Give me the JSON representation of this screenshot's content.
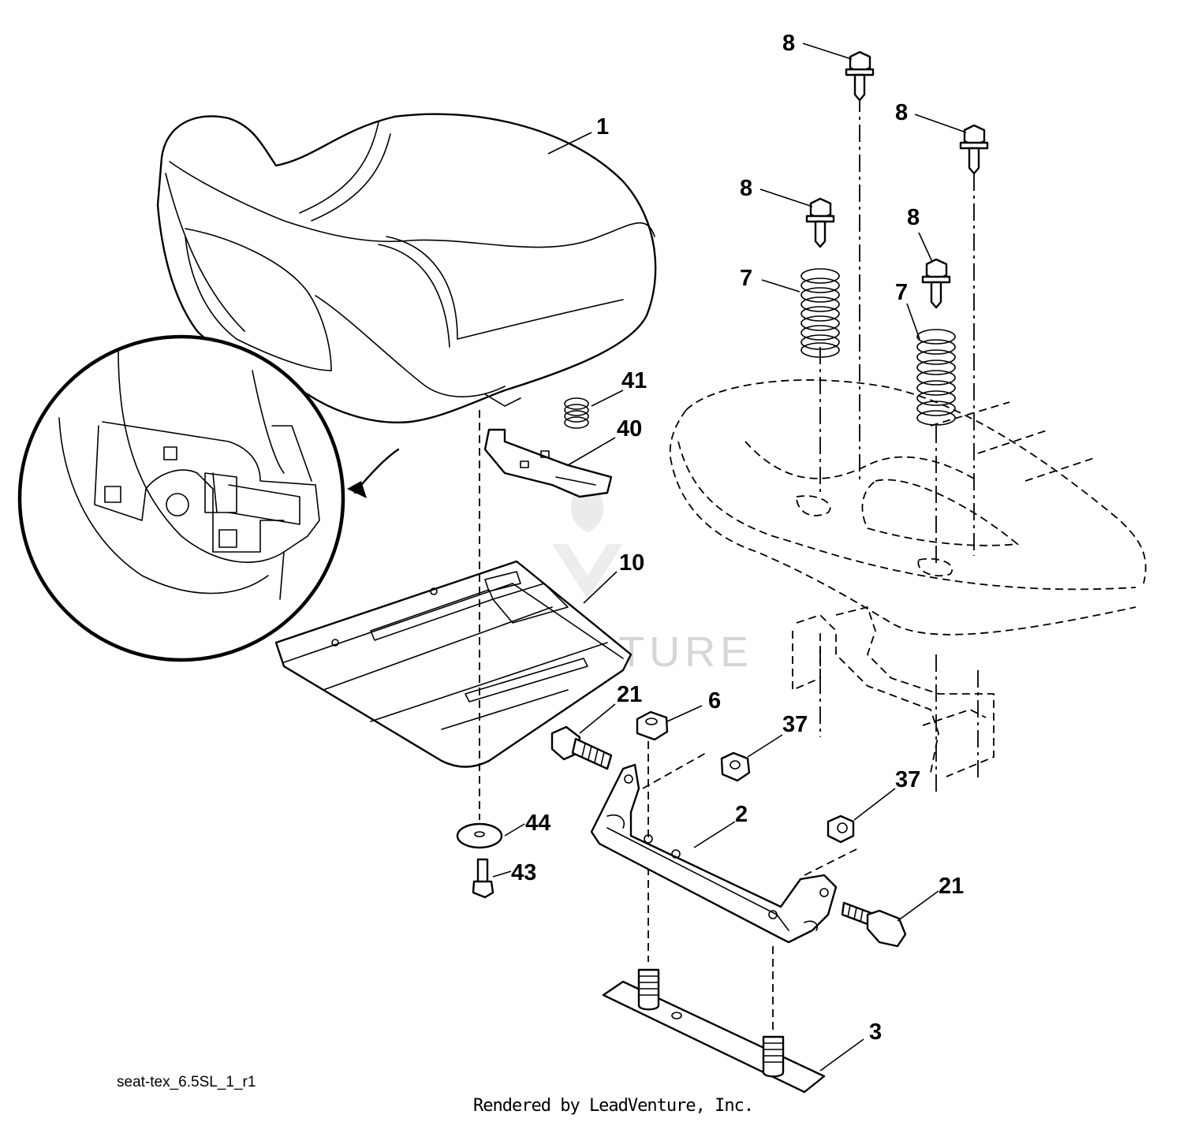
{
  "diagram": {
    "callouts": [
      {
        "id": "c-8a",
        "label": "8"
      },
      {
        "id": "c-8b",
        "label": "8"
      },
      {
        "id": "c-8c",
        "label": "8"
      },
      {
        "id": "c-8d",
        "label": "8"
      },
      {
        "id": "c-1",
        "label": "1"
      },
      {
        "id": "c-7a",
        "label": "7"
      },
      {
        "id": "c-7b",
        "label": "7"
      },
      {
        "id": "c-41",
        "label": "41"
      },
      {
        "id": "c-40",
        "label": "40"
      },
      {
        "id": "c-10",
        "label": "10"
      },
      {
        "id": "c-21a",
        "label": "21"
      },
      {
        "id": "c-6",
        "label": "6"
      },
      {
        "id": "c-37a",
        "label": "37"
      },
      {
        "id": "c-37b",
        "label": "37"
      },
      {
        "id": "c-2",
        "label": "2"
      },
      {
        "id": "c-44",
        "label": "44"
      },
      {
        "id": "c-43",
        "label": "43"
      },
      {
        "id": "c-21b",
        "label": "21"
      },
      {
        "id": "c-3",
        "label": "3"
      }
    ],
    "watermark": "LEADVENTURE"
  },
  "footer": {
    "diagram_id": "seat-tex_6.5SL_1_r1",
    "credit": "Rendered by LeadVenture, Inc."
  }
}
